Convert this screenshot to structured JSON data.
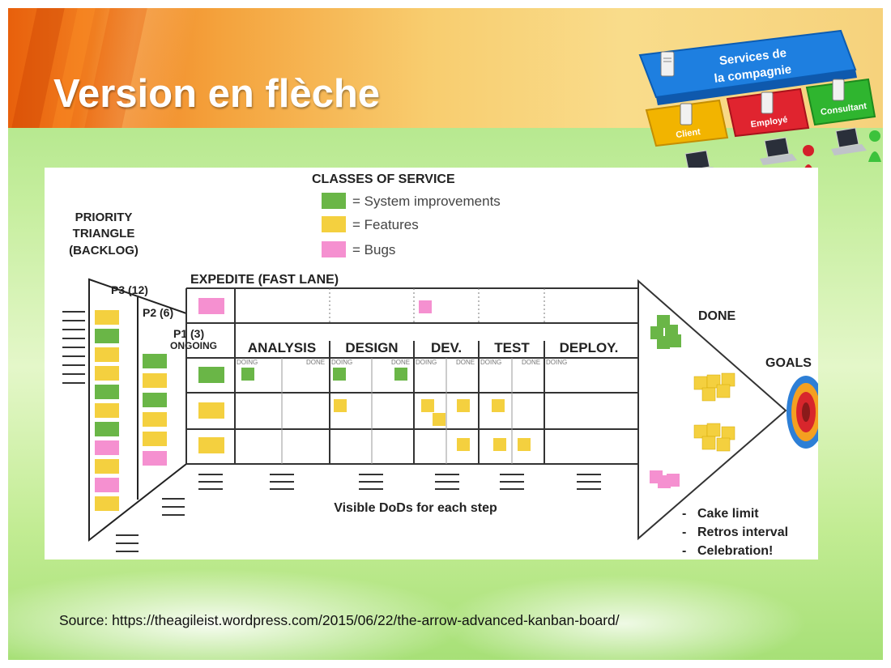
{
  "slide": {
    "title": "Version en flèche",
    "source": "Source: https://theagileist.wordpress.com/2015/06/22/the-arrow-advanced-kanban-board/"
  },
  "logo": {
    "main_line1": "Services de",
    "main_line2": "la compagnie",
    "tiles": [
      "Client",
      "Employé",
      "Consultant"
    ],
    "colors": {
      "main": "#1e7fe0",
      "client": "#f2b400",
      "employe": "#e0242f",
      "consultant": "#2fb52f"
    }
  },
  "diagram": {
    "classes_title": "CLASSES OF SERVICE",
    "legend": [
      {
        "label": "= System improvements",
        "color": "#6ab647"
      },
      {
        "label": "= Features",
        "color": "#f4d03f"
      },
      {
        "label": "= Bugs",
        "color": "#f590d0"
      }
    ],
    "priority_title": [
      "PRIORITY",
      "TRIANGLE",
      "(BACKLOG)"
    ],
    "p3_label": "P3 (12)",
    "p2_label": "P2 (6)",
    "p1_label": "P1 (3)",
    "ongoing_label": "ONGOING",
    "expedite_label": "EXPEDITE (FAST LANE)",
    "steps": [
      "ANALYSIS",
      "DESIGN",
      "DEV.",
      "TEST",
      "DEPLOY."
    ],
    "doing_label": "DOING",
    "done_col_label": "DONE",
    "visible_dods": "Visible DoDs for each step",
    "done_label": "DONE",
    "goals_label": "GOALS",
    "notes": [
      "Cake limit",
      "Retros interval",
      "Celebration!"
    ],
    "note_dash": "-"
  }
}
